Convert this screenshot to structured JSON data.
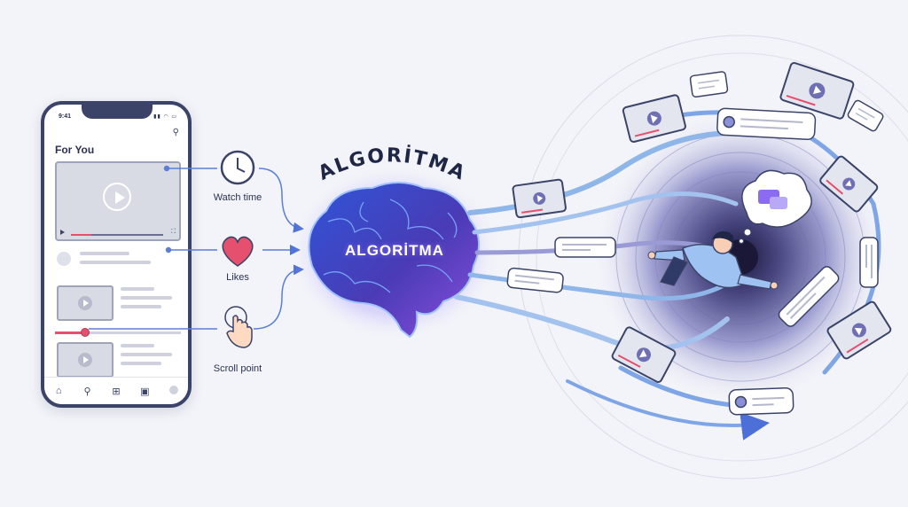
{
  "phone": {
    "status_time": "9:41",
    "feed_title": "For You",
    "tabs": [
      {
        "icon": "home-icon",
        "glyph": "⌂"
      },
      {
        "icon": "search-icon",
        "glyph": "⚲"
      },
      {
        "icon": "add-icon",
        "glyph": "⊞"
      },
      {
        "icon": "shopping-bag-icon",
        "glyph": "▣"
      },
      {
        "icon": "profile-icon",
        "glyph": ""
      }
    ],
    "video_progress": 0.22,
    "scrub_progress": 0.24
  },
  "signals": [
    {
      "icon": "clock-icon",
      "label": "Watch time"
    },
    {
      "icon": "heart-icon",
      "label": "Likes"
    },
    {
      "icon": "pointer-hand-icon",
      "label": "Scroll point"
    }
  ],
  "algorithm": {
    "arc_title": "ALGORİTMA",
    "brain_label": "ALGORİTMA"
  },
  "colors": {
    "phone_frame": "#3b4468",
    "accent_pink": "#e5506e",
    "stream_blue": "#8fb6e8",
    "brain_glow": "#5a7cff",
    "vortex": "#6b6aa8"
  }
}
